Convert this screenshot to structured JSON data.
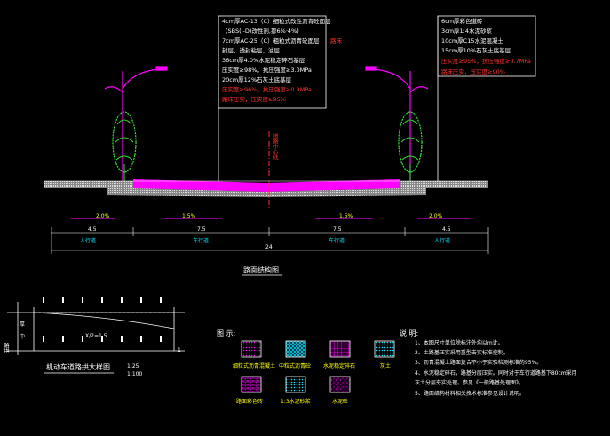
{
  "road_section": {
    "title": "路面结构图",
    "center_line_label": "道路中心线",
    "dim_total": "24",
    "segments": [
      {
        "width": "4.5",
        "name": "人行道",
        "slope": "2.0%"
      },
      {
        "width": "7.5",
        "name": "车行道",
        "slope": "1.5%"
      },
      {
        "width": "7.5",
        "name": "车行道",
        "slope": "1.5%"
      },
      {
        "width": "4.5",
        "name": "人行道",
        "slope": "2.0%"
      }
    ]
  },
  "left_spec": {
    "lines": [
      "4cm厚AC-13（C）细粒式改性沥青砼面层",
      "（SBS(I-D)改性剂,掺6%·4%)",
      "7cm厚AC-25（C）粗粒式沥青砼面层",
      "封层，透封粘层，油层",
      "36cm厚4.0%水泥稳定碎石基层",
      "压实度≥98%，抗压强度≥3.0MPa",
      "20cm厚12%石灰土底基层",
      "压实度≥96%，抗压强度≥0.8MPa",
      "路床压实，压实度≥95%"
    ],
    "side_label": "路床"
  },
  "right_spec": {
    "lines": [
      "6cm厚彩色道砖",
      "3cm厚1:4水泥砂浆",
      "10cm厚C15水泥混凝土",
      "15cm厚10%石灰土底基层",
      "压实度≥95%，抗压强度≥0.7MPa",
      "路床压实，压实度≥90%"
    ]
  },
  "crown_detail": {
    "title": "机动车道路拱大样图",
    "left_label": "路拱",
    "mid_label": "中",
    "mid_label2": "厚",
    "formula": "X/2=1.5",
    "note1": "1:25",
    "note2": "1:100",
    "right_mark": "1"
  },
  "legend": {
    "title": "图 示:",
    "items": [
      {
        "label": "细粒式沥青混凝土",
        "color": "#ff00ff",
        "pattern": "dots"
      },
      {
        "label": "中粒式沥青砼",
        "color": "#00e5ff",
        "pattern": "cross"
      },
      {
        "label": "水泥稳定碎石",
        "color": "#ff00ff",
        "pattern": "grid"
      },
      {
        "label": "灰土",
        "color": "#00e5ff",
        "pattern": "dots"
      },
      {
        "label": "路面彩色砖",
        "color": "#ff00ff",
        "pattern": "brick"
      },
      {
        "label": "1:3水泥砂浆",
        "color": "#00e5ff",
        "pattern": "dots"
      },
      {
        "label": "水泥砼",
        "color": "#ff00ff",
        "pattern": "speck"
      }
    ]
  },
  "notes": {
    "title": "说 明:",
    "lines": [
      "1、本图尺寸单位除标注外均以m计。",
      "2、土路基压实采用重型击实标准控制。",
      "3、沥青混凝土路面复合不小于实验检测标准的95%。",
      "4、水泥稳定碎石，路基分层压实。同时对于车行道路基下80cm采用",
      "  灰土分层夯实处理。参见《一般路基处理图》。",
      "5、路面结构材料相关技术标准参见设计说明。"
    ]
  },
  "colors": {
    "pavement": "#ff00ff",
    "spec_red": "#ff3030",
    "spec_white": "#ffffff",
    "dim": "#00e5ff",
    "tree": "#2ee62e"
  }
}
